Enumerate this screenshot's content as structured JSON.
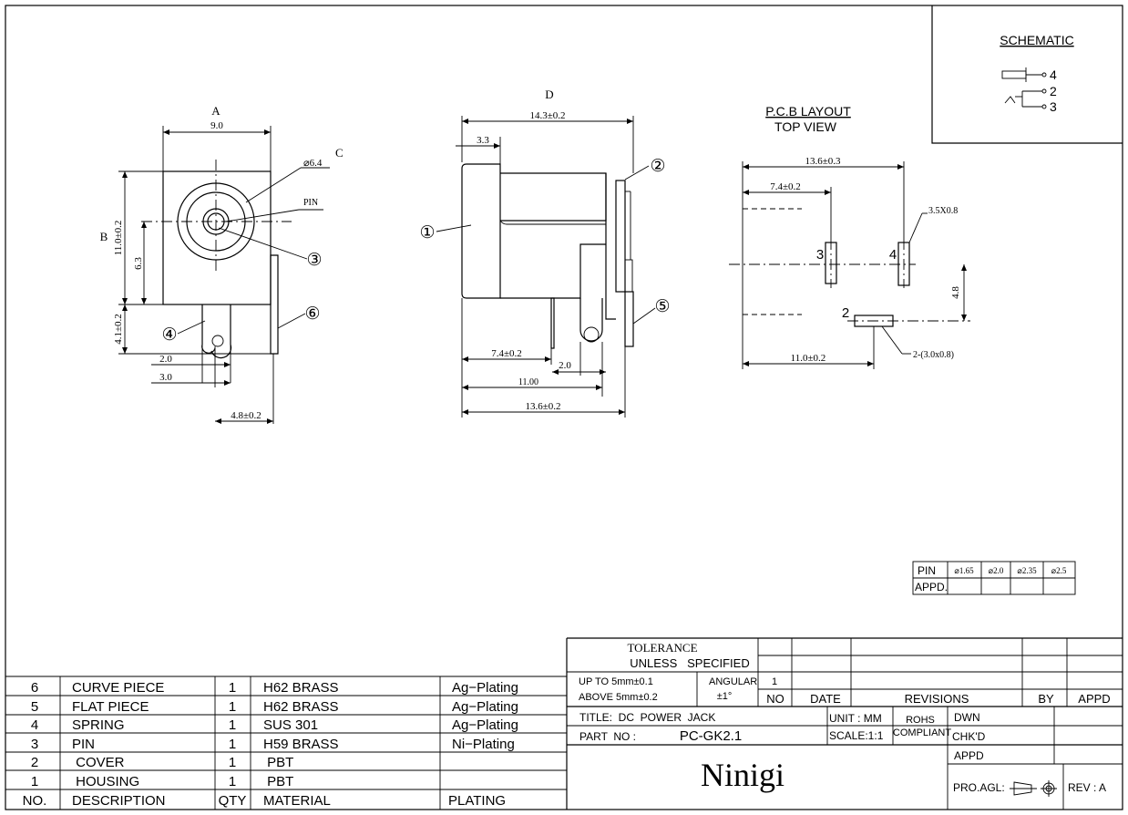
{
  "schematic": {
    "title": "SCHEMATIC",
    "pins": [
      "4",
      "2",
      "3"
    ]
  },
  "view_a": {
    "label": "A",
    "label_b": "B",
    "label_c": "C",
    "dim_width": "9.0",
    "dim_dia": "⌀6.4",
    "pin_label": "PIN",
    "dim_height": "11.0±0.2",
    "dim_63": "6.3",
    "dim_41": "4.1±0.2",
    "dim_20": "2.0",
    "dim_30": "3.0",
    "dim_48": "4.8±0.2",
    "callouts": [
      "③",
      "④",
      "⑥"
    ]
  },
  "view_d": {
    "label": "D",
    "dim_total": "14.3±0.2",
    "dim_33": "3.3",
    "dim_74": "7.4±0.2",
    "dim_20": "2.0",
    "dim_1100": "11.00",
    "dim_136": "13.6±0.2",
    "callouts": [
      "①",
      "②",
      "⑤"
    ]
  },
  "pcb": {
    "title": "P.C.B LAYOUT",
    "subtitle": "TOP VIEW",
    "dim_136": "13.6±0.3",
    "dim_74": "7.4±0.2",
    "dim_pad": "3.5X0.8",
    "dim_48": "4.8",
    "dim_110": "11.0±0.2",
    "dim_slot": "2-(3.0x0.8)",
    "pad_labels": [
      "3",
      "4",
      "2"
    ]
  },
  "pin_table": {
    "header": [
      "PIN",
      "⌀1.65",
      "⌀2.0",
      "⌀2.35",
      "⌀2.5"
    ],
    "row2_label": "APPD."
  },
  "bom": {
    "header": {
      "no": "NO.",
      "description": "DESCRIPTION",
      "qty": "QTY",
      "material": "MATERIAL",
      "plating": "PLATING"
    },
    "rows": [
      {
        "no": "6",
        "description": "CURVE PIECE",
        "qty": "1",
        "material": "H62 BRASS",
        "plating": "Ag−Plating"
      },
      {
        "no": "5",
        "description": "FLAT PIECE",
        "qty": "1",
        "material": "H62 BRASS",
        "plating": "Ag−Plating"
      },
      {
        "no": "4",
        "description": "SPRING",
        "qty": "1",
        "material": "SUS 301",
        "plating": "Ag−Plating"
      },
      {
        "no": "3",
        "description": "PIN",
        "qty": "1",
        "material": "H59 BRASS",
        "plating": "Ni−Plating"
      },
      {
        "no": "2",
        "description": " COVER",
        "qty": "1",
        "material": " PBT",
        "plating": ""
      },
      {
        "no": "1",
        "description": " HOUSING",
        "qty": "1",
        "material": " PBT",
        "plating": ""
      }
    ]
  },
  "title_block": {
    "tolerance": "TOLERANCE",
    "unless": "UNLESS   SPECIFIED",
    "upto": "UP TO 5mm±0.1",
    "above": "ABOVE 5mm±0.2",
    "angular": "ANGULAR",
    "angular_val": "±1°",
    "rev_no": "1",
    "col_no": "NO",
    "col_date": "DATE",
    "col_revisions": "REVISIONS",
    "col_by": "BY",
    "col_appd": "APPD",
    "title": "TITLE:  DC  POWER  JACK",
    "part_label": "PART  NO :",
    "part_no": "PC-GK2.1",
    "unit": "UNIT : MM",
    "scale": "SCALE:1:1",
    "rohs": "ROHS",
    "compliant": "COMPLIANT",
    "dwn": "DWN",
    "chkd": "CHK'D",
    "appd": "APPD",
    "logo": "Ninigi",
    "proj": "PRO.AGL:",
    "rev": "REV : A"
  }
}
